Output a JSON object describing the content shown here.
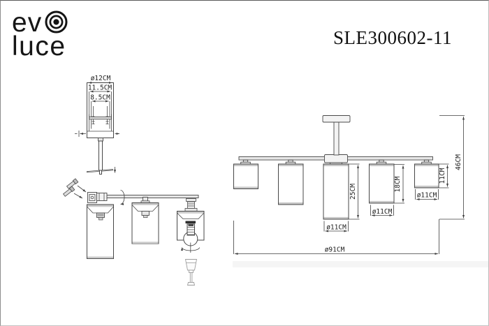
{
  "brand": {
    "logo_text_top": "ev",
    "logo_text_bottom": "luce",
    "logo_icon": "bullseye-icon"
  },
  "product": {
    "model": "SLE300602-11"
  },
  "colors": {
    "line": "#474747",
    "dimension_line": "#3f3f3f",
    "cap_gray": "#c9c9c9",
    "spare_part_gray": "#9f9f9f",
    "background": "#ffffff"
  },
  "detail_view": {
    "description": "single-lampholder-section-view",
    "labels": {
      "diameter": "ø12CM",
      "inner_width": "11.5CM",
      "bracket_width": "8.5CM"
    }
  },
  "assembly_view": {
    "description": "mounting-and-bulb-installation-view"
  },
  "front_view": {
    "description": "five-shade-ceiling-light-front-view",
    "labels": {
      "total_height": "46CM",
      "total_width": "ø91CM",
      "center_shade_height": "25CM",
      "center_shade_diameter": "ø11CM",
      "middle_shade_height": "18CM",
      "middle_shade_diameter": "ø11CM",
      "outer_shade_height": "11CM",
      "outer_shade_diameter": "ø11CM"
    }
  }
}
